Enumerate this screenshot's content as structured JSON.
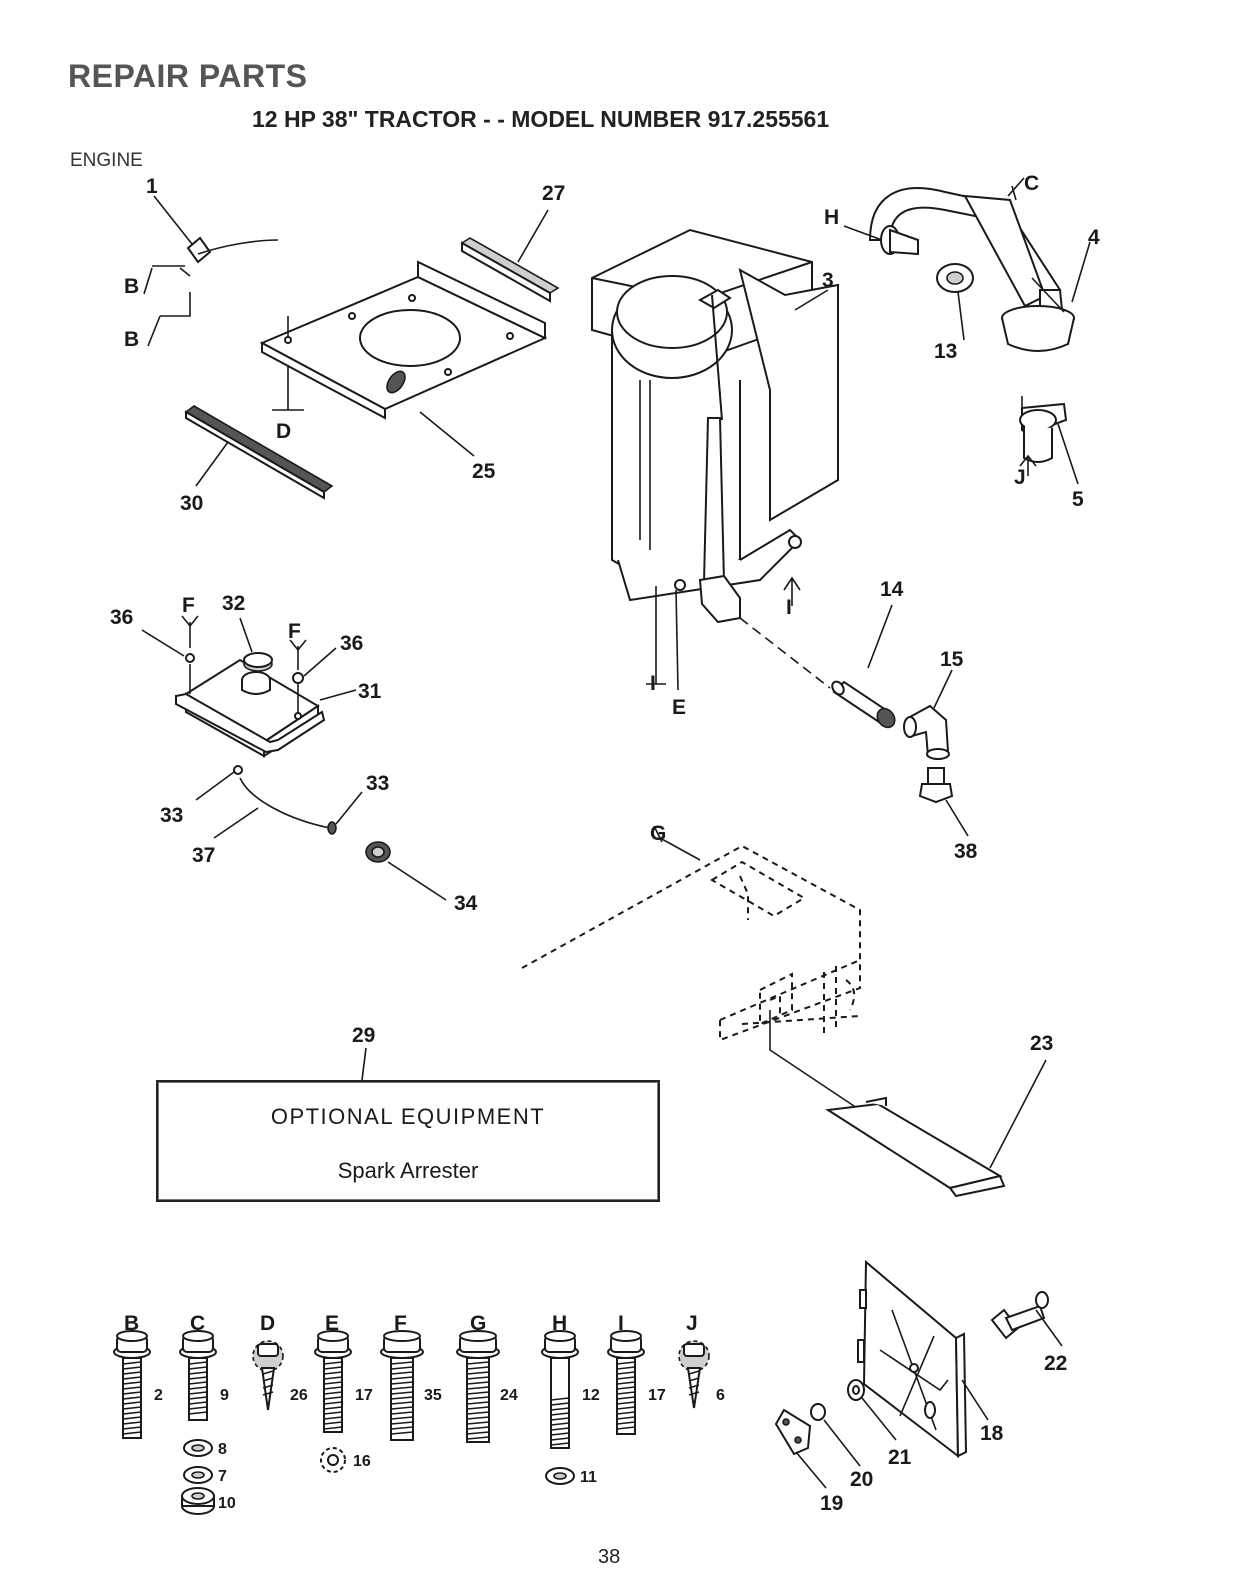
{
  "header": {
    "title": "REPAIR PARTS",
    "subtitle": "12 HP 38\" TRACTOR - - MODEL NUMBER 917.255561",
    "section": "ENGINE"
  },
  "callouts": {
    "c1": "1",
    "c3": "3",
    "c4": "4",
    "c5": "5",
    "c13": "13",
    "c14": "14",
    "c15": "15",
    "c23": "23",
    "c25": "25",
    "c27": "27",
    "c29": "29",
    "c30": "30",
    "c31": "31",
    "c32": "32",
    "c33a": "33",
    "c33b": "33",
    "c34": "34",
    "c36a": "36",
    "c36b": "36",
    "c37": "37",
    "c38": "38",
    "c18": "18",
    "c19": "19",
    "c20": "20",
    "c21": "21",
    "c22": "22",
    "refB1": "B",
    "refB2": "B",
    "refC": "C",
    "refD": "D",
    "refE": "E",
    "refF1": "F",
    "refF2": "F",
    "refG": "G",
    "refH": "H",
    "refI1": "I",
    "refI2": "I",
    "refJ": "J"
  },
  "hardware": [
    {
      "letter": "B",
      "parts": [
        "2"
      ]
    },
    {
      "letter": "C",
      "parts": [
        "9",
        "8",
        "7",
        "10"
      ]
    },
    {
      "letter": "D",
      "parts": [
        "26"
      ]
    },
    {
      "letter": "E",
      "parts": [
        "17",
        "16"
      ]
    },
    {
      "letter": "F",
      "parts": [
        "35"
      ]
    },
    {
      "letter": "G",
      "parts": [
        "24"
      ]
    },
    {
      "letter": "H",
      "parts": [
        "12",
        "11"
      ]
    },
    {
      "letter": "I",
      "parts": [
        "17"
      ]
    },
    {
      "letter": "J",
      "parts": [
        "6"
      ]
    }
  ],
  "optional": {
    "title": "OPTIONAL EQUIPMENT",
    "item": "Spark Arrester"
  },
  "footer": {
    "page_number": "38"
  }
}
